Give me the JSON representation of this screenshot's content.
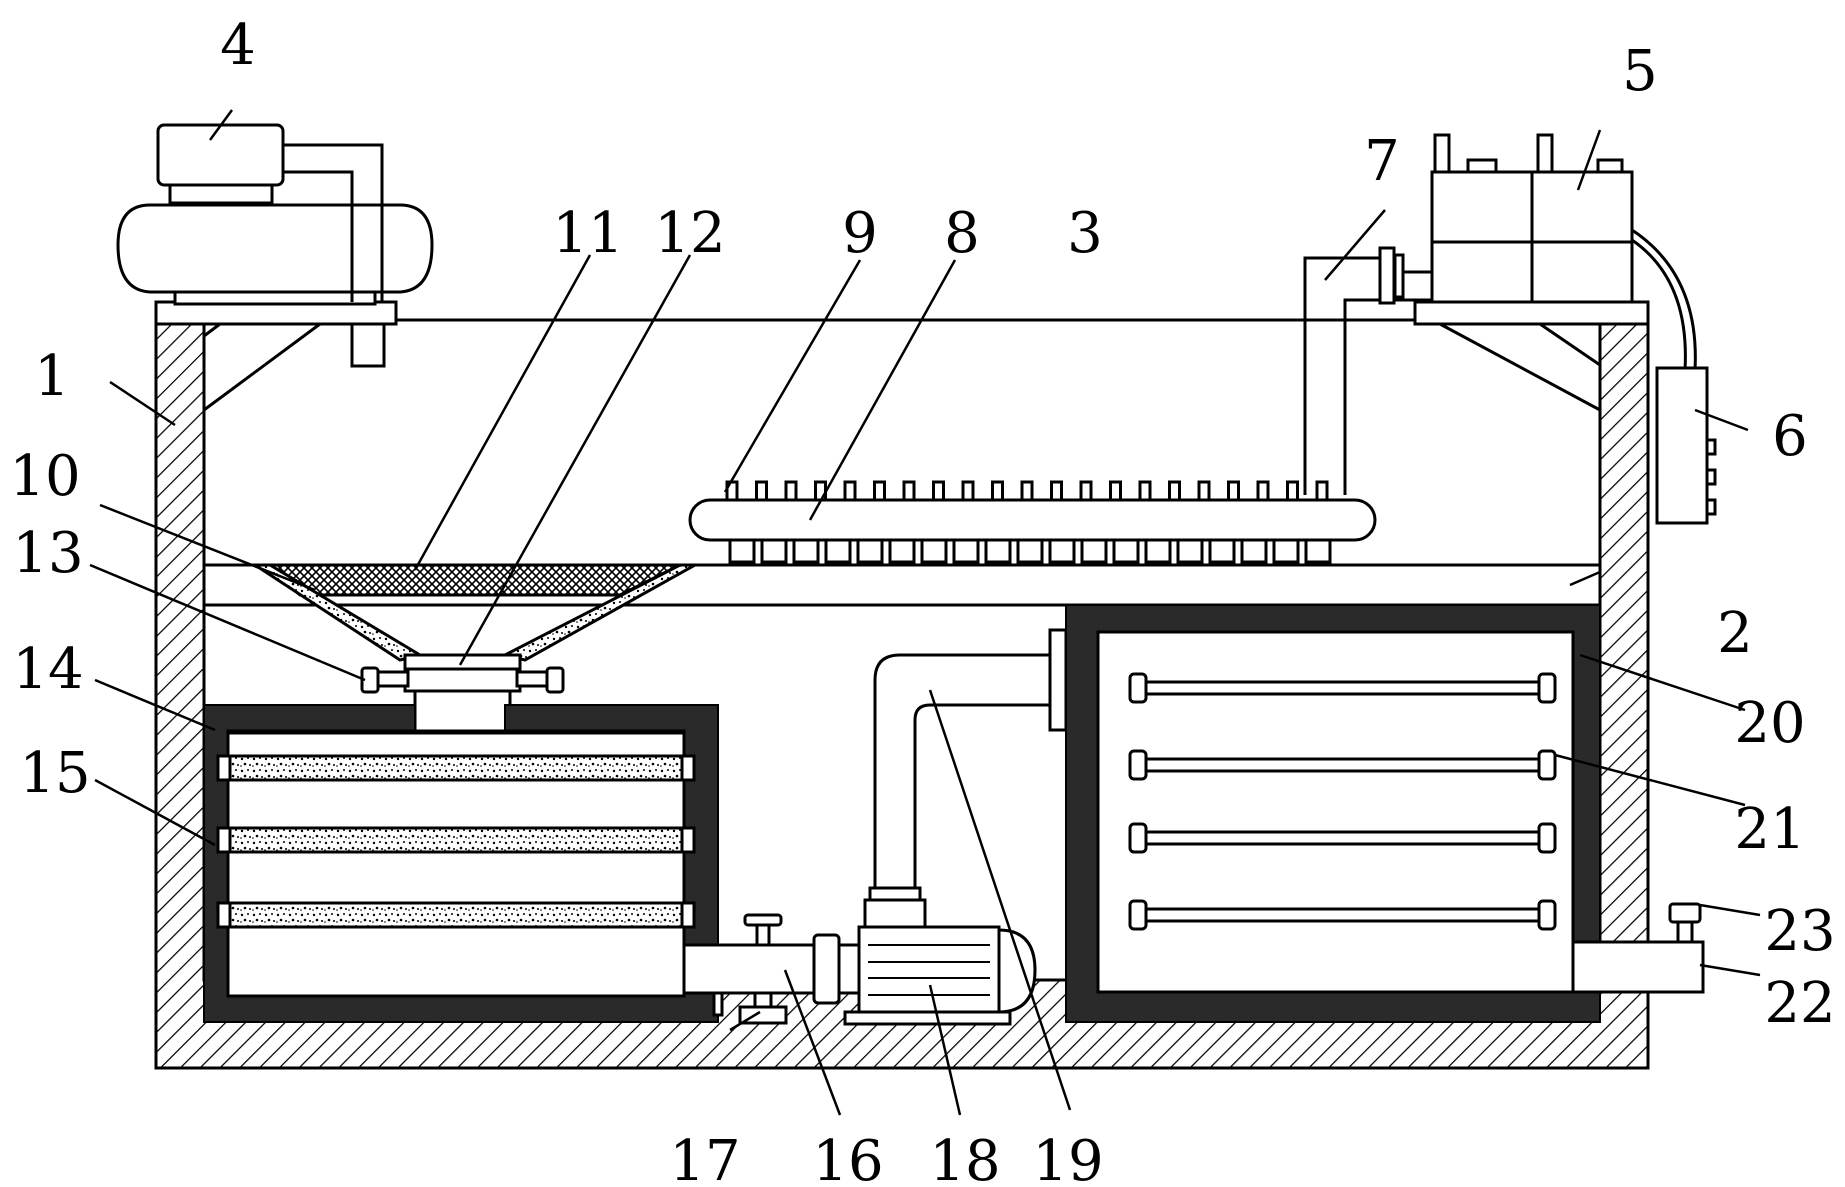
{
  "diagram": {
    "labels": [
      {
        "id": "1",
        "text": "1"
      },
      {
        "id": "2",
        "text": "2"
      },
      {
        "id": "3",
        "text": "3"
      },
      {
        "id": "4",
        "text": "4"
      },
      {
        "id": "5",
        "text": "5"
      },
      {
        "id": "6",
        "text": "6"
      },
      {
        "id": "7",
        "text": "7"
      },
      {
        "id": "8",
        "text": "8"
      },
      {
        "id": "9",
        "text": "9"
      },
      {
        "id": "10",
        "text": "10"
      },
      {
        "id": "11",
        "text": "11"
      },
      {
        "id": "12",
        "text": "12"
      },
      {
        "id": "13",
        "text": "13"
      },
      {
        "id": "14",
        "text": "14"
      },
      {
        "id": "15",
        "text": "15"
      },
      {
        "id": "16",
        "text": "16"
      },
      {
        "id": "17",
        "text": "17"
      },
      {
        "id": "18",
        "text": "18"
      },
      {
        "id": "19",
        "text": "19"
      },
      {
        "id": "20",
        "text": "20"
      },
      {
        "id": "21",
        "text": "21"
      },
      {
        "id": "22",
        "text": "22"
      },
      {
        "id": "23",
        "text": "23"
      }
    ]
  }
}
